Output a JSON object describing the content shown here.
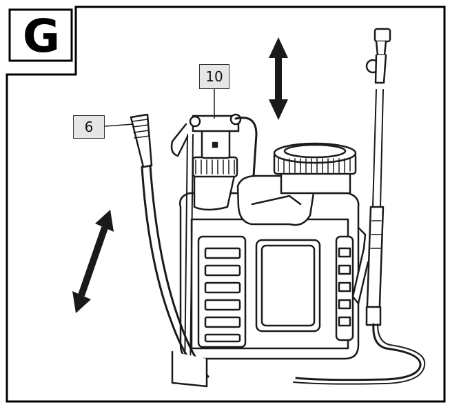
{
  "panel": {
    "label": "G"
  },
  "callouts": [
    {
      "id": "hose-callout",
      "label": "6"
    },
    {
      "id": "pump-head-callout",
      "label": "10"
    }
  ],
  "colors": {
    "line": "#1a1a1a",
    "tag_fill": "#e6e6e6",
    "frame": "#000000"
  },
  "icons": [
    "double-arrow-vertical-icon",
    "double-arrow-diagonal-icon"
  ]
}
